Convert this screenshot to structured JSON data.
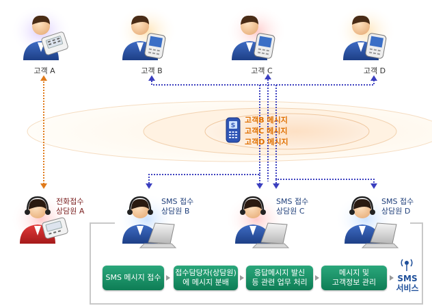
{
  "customers": [
    {
      "label": "고객 A"
    },
    {
      "label": "고객 B"
    },
    {
      "label": "고객 C"
    },
    {
      "label": "고객 D"
    }
  ],
  "messages": [
    "고객B 메시지",
    "고객C 메시지",
    "고객D 메시지"
  ],
  "agents": [
    {
      "line1": "전화접수",
      "line2": "상담원 A"
    },
    {
      "line1": "SMS 접수",
      "line2": "상담원 B"
    },
    {
      "line1": "SMS 접수",
      "line2": "상담원 C"
    },
    {
      "line1": "SMS 접수",
      "line2": "상담원 D"
    }
  ],
  "steps": [
    {
      "line1": "SMS 메시지 접수",
      "line2": ""
    },
    {
      "line1": "접수담당자(상담원)",
      "line2": "에 메시지 분배"
    },
    {
      "line1": "응답메시지 발신",
      "line2": "등 관련 업무 처리"
    },
    {
      "line1": "메시지 및",
      "line2": "고객정보 관리"
    }
  ],
  "sms_service": {
    "line1": "SMS",
    "line2": "서비스"
  },
  "colors": {
    "phone_line": "#e07a1a",
    "sms_line": "#3b3fbf",
    "step_green": "#15875f",
    "message_text": "#e07000"
  }
}
